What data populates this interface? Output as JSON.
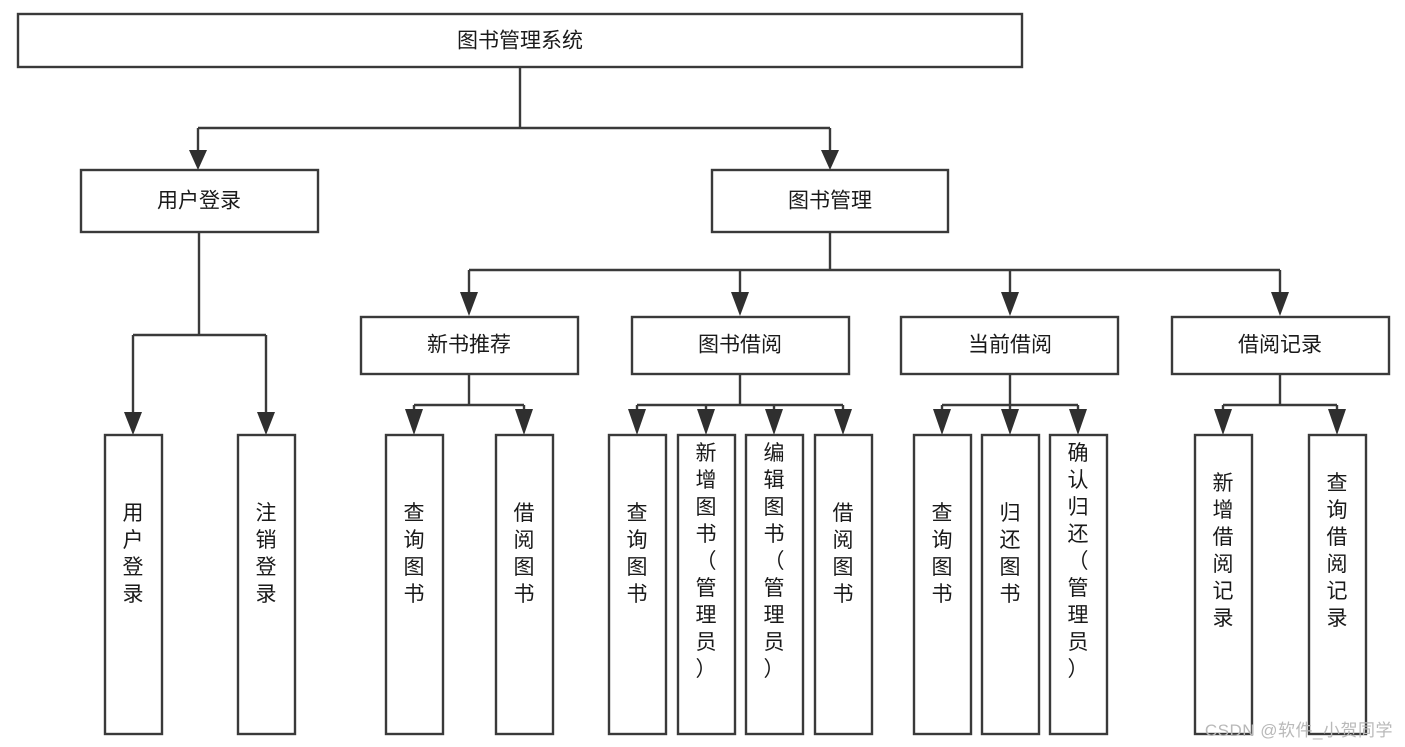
{
  "diagram": {
    "type": "tree-hierarchy",
    "title": "图书管理系统",
    "watermark": "CSDN @软件_小贺同学",
    "colors": {
      "box_stroke": "#3a3a3a",
      "box_fill": "#ffffff",
      "connector": "#3a3a3a",
      "text": "#1a1a1a",
      "watermark": "#b9b9b9",
      "background": "#ffffff"
    },
    "levels": {
      "root": {
        "label": "图书管理系统"
      },
      "level2": [
        {
          "id": "user-login",
          "label": "用户登录"
        },
        {
          "id": "book-management",
          "label": "图书管理"
        }
      ],
      "level3": [
        {
          "id": "new-book-recommend",
          "label": "新书推荐",
          "parent": "book-management"
        },
        {
          "id": "book-borrow",
          "label": "图书借阅",
          "parent": "book-management"
        },
        {
          "id": "current-borrow",
          "label": "当前借阅",
          "parent": "book-management"
        },
        {
          "id": "borrow-record",
          "label": "借阅记录",
          "parent": "book-management"
        }
      ],
      "leaves": {
        "user-login": [
          {
            "id": "leaf-user-login",
            "label": "用户登录"
          },
          {
            "id": "leaf-logout",
            "label": "注销登录"
          }
        ],
        "new-book-recommend": [
          {
            "id": "leaf-query-book-1",
            "label": "查询图书"
          },
          {
            "id": "leaf-borrow-book-1",
            "label": "借阅图书"
          }
        ],
        "book-borrow": [
          {
            "id": "leaf-query-book-2",
            "label": "查询图书"
          },
          {
            "id": "leaf-add-book",
            "label": "新增图书（管理员）"
          },
          {
            "id": "leaf-edit-book",
            "label": "编辑图书（管理员）"
          },
          {
            "id": "leaf-borrow-book-2",
            "label": "借阅图书"
          }
        ],
        "current-borrow": [
          {
            "id": "leaf-query-book-3",
            "label": "查询图书"
          },
          {
            "id": "leaf-return-book",
            "label": "归还图书"
          },
          {
            "id": "leaf-confirm-return",
            "label": "确认归还（管理员）"
          }
        ],
        "borrow-record": [
          {
            "id": "leaf-add-record",
            "label": "新增借阅记录"
          },
          {
            "id": "leaf-query-record",
            "label": "查询借阅记录"
          }
        ]
      }
    }
  }
}
